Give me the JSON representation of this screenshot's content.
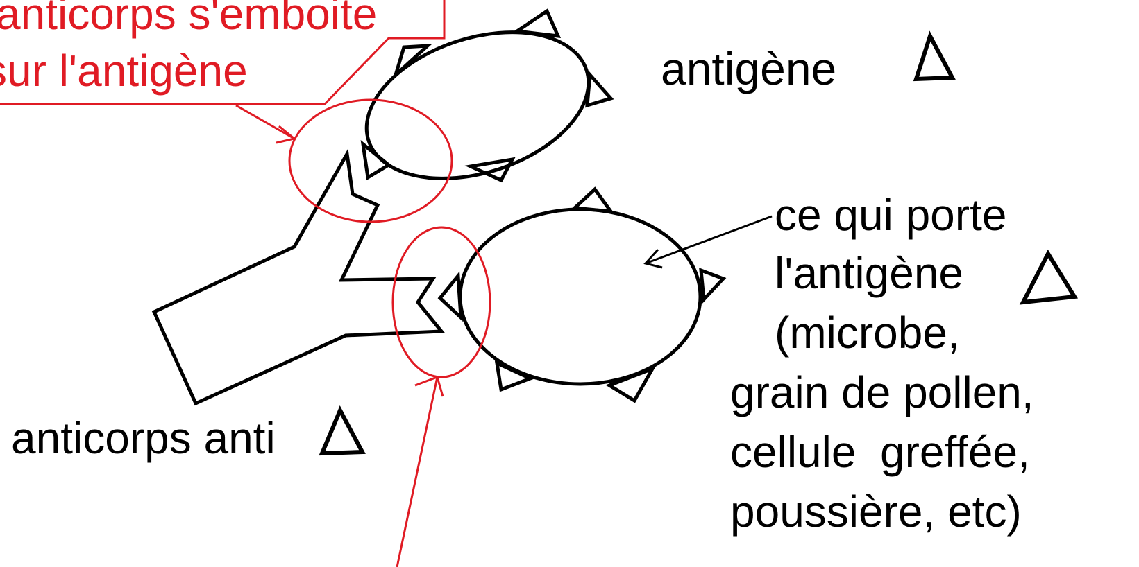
{
  "colors": {
    "ink": "#000000",
    "accent": "#e01b24",
    "background": "#ffffff"
  },
  "callout": {
    "line1": "anticorps s'emboite",
    "line2": "sur l'antigène"
  },
  "labels": {
    "antigen": "antigène",
    "carrier_line1": "ce qui porte",
    "carrier_line2": "l'antigène",
    "carrier_line3": "(microbe,",
    "carrier_line4": "grain de pollen,",
    "carrier_line5a": "cellule",
    "carrier_line5b": "greffée,",
    "carrier_line6": "poussière, etc)",
    "antibody": "anticorps anti"
  },
  "icons": [
    "triangle-icon"
  ]
}
